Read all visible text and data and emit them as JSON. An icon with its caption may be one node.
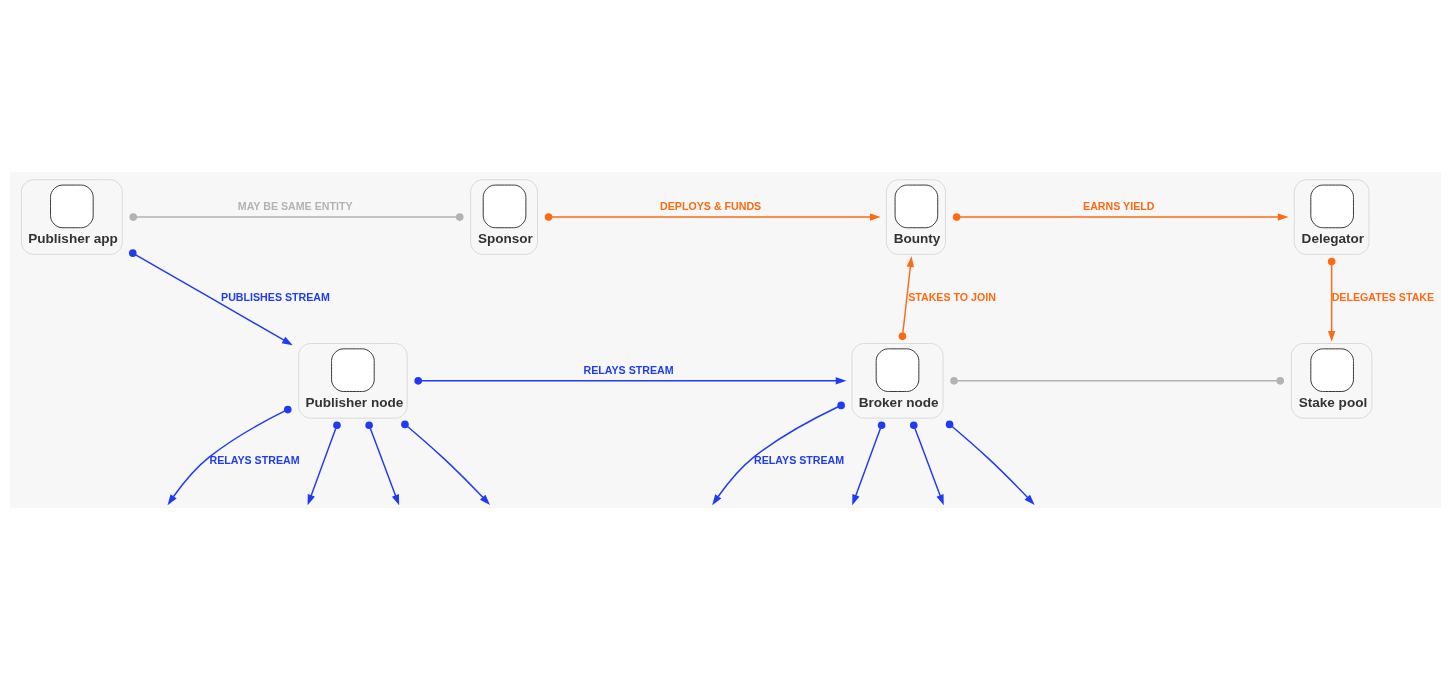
{
  "diagram": {
    "nodes": [
      {
        "text": [
          "Publisher app"
        ]
      },
      {
        "text": [
          "Sponsor"
        ]
      },
      {
        "text": [
          "Bounty"
        ]
      },
      {
        "text": [
          "Delegator"
        ]
      },
      {
        "text": [
          "Publisher node"
        ]
      },
      {
        "text": [
          "Broker node"
        ]
      },
      {
        "text": [
          "Stake pool"
        ]
      }
    ],
    "edges": [
      {
        "from": 0,
        "to": 1,
        "arrow": "other",
        "label": "MAY BE SAME ENTITY",
        "color": "#b3b3b3"
      },
      {
        "from": 1,
        "to": 2,
        "arrow": "to",
        "label": "DEPLOYS & FUNDS",
        "color": "#ff6a13"
      },
      {
        "from": 2,
        "to": 3,
        "arrow": "to",
        "label": "EARNS YIELD",
        "color": "#ff6a13"
      },
      {
        "from": 0,
        "to": 4,
        "arrow": "to",
        "label": "PUBLISHES STREAM",
        "color": "#1f3bf5"
      },
      {
        "from": 5,
        "to": 2,
        "arrow": "to",
        "label": "STAKES TO JOIN",
        "color": "#ff6a13"
      },
      {
        "from": 3,
        "to": 6,
        "arrow": "to",
        "label": "DELEGATES STAKE",
        "color": "#ff6a13"
      },
      {
        "from": 4,
        "to": 5,
        "arrow": "to",
        "label": "RELAYS STREAM",
        "color": "#1f3bf5"
      },
      {
        "from": 5,
        "to": 6,
        "arrow": "other",
        "color": "#b3b3b3"
      },
      {
        "from": 4,
        "to": null,
        "arrow": "to",
        "label": "RELAYS STREAM"
      },
      {
        "from": 4,
        "to": null,
        "arrow": "to"
      },
      {
        "from": 4,
        "to": null,
        "arrow": "to"
      },
      {
        "from": 4,
        "to": null,
        "arrow": "to"
      },
      {
        "from": 5,
        "to": null,
        "arrow": "to",
        "label": "RELAYS STREAM"
      },
      {
        "from": 5,
        "to": null,
        "arrow": "to"
      },
      {
        "from": 5,
        "to": null,
        "arrow": "to"
      },
      {
        "from": 5,
        "to": null,
        "arrow": "to"
      }
    ]
  }
}
